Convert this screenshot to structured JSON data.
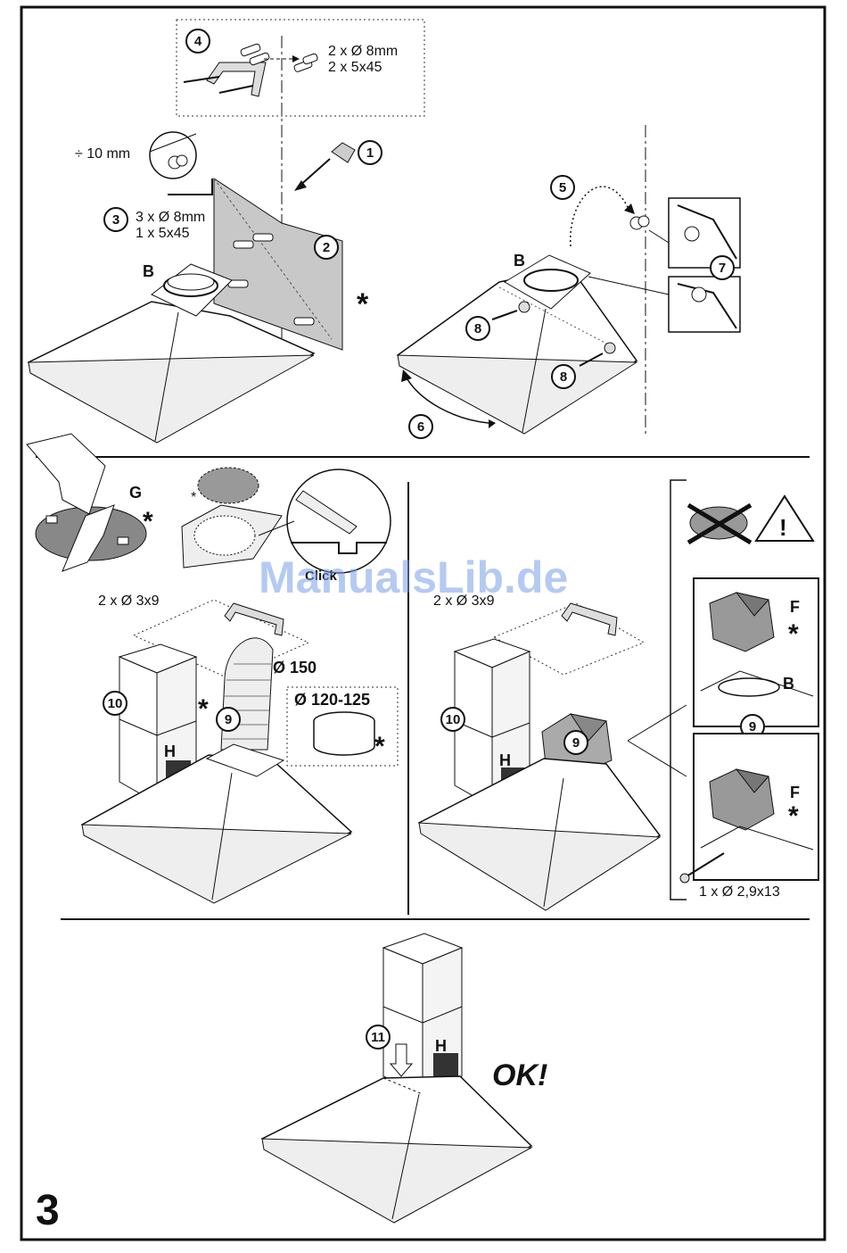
{
  "page_number": "3",
  "watermark": "ManualsLib.de",
  "panel_top_left": {
    "box_step": "4",
    "box_spec_1": "2 x Ø 8mm",
    "box_spec_2": "2 x 5x45",
    "gap_label": "÷ 10 mm",
    "step_1": "1",
    "step_2": "2",
    "step_3": "3",
    "step_3_spec_1": "3 x Ø 8mm",
    "step_3_spec_2": "1 x 5x45",
    "collar_label": "B",
    "optional_mark": "*"
  },
  "panel_top_right": {
    "step_5": "5",
    "step_6": "6",
    "step_7": "7",
    "step_8a": "8",
    "step_8b": "8",
    "collar_label": "B"
  },
  "panel_mid_left": {
    "filter_label": "G",
    "optional_mark": "*",
    "click_label": "Click",
    "screws_spec": "2 x Ø 3x9",
    "flex_duct": "Ø 150",
    "adapter_spec": "Ø 120-125",
    "step_10": "10",
    "step_9": "9",
    "chimney_label": "H"
  },
  "panel_mid_right": {
    "screws_spec": "2 x Ø 3x9",
    "step_10": "10",
    "step_9": "9",
    "chimney_label": "H",
    "deflector_label": "F",
    "collar_label": "B",
    "detail_step": "9",
    "screw_spec": "1 x Ø 2,9x13",
    "warning_mark": "!"
  },
  "panel_bottom": {
    "step_11": "11",
    "chimney_label": "H",
    "ok_text": "OK!"
  }
}
